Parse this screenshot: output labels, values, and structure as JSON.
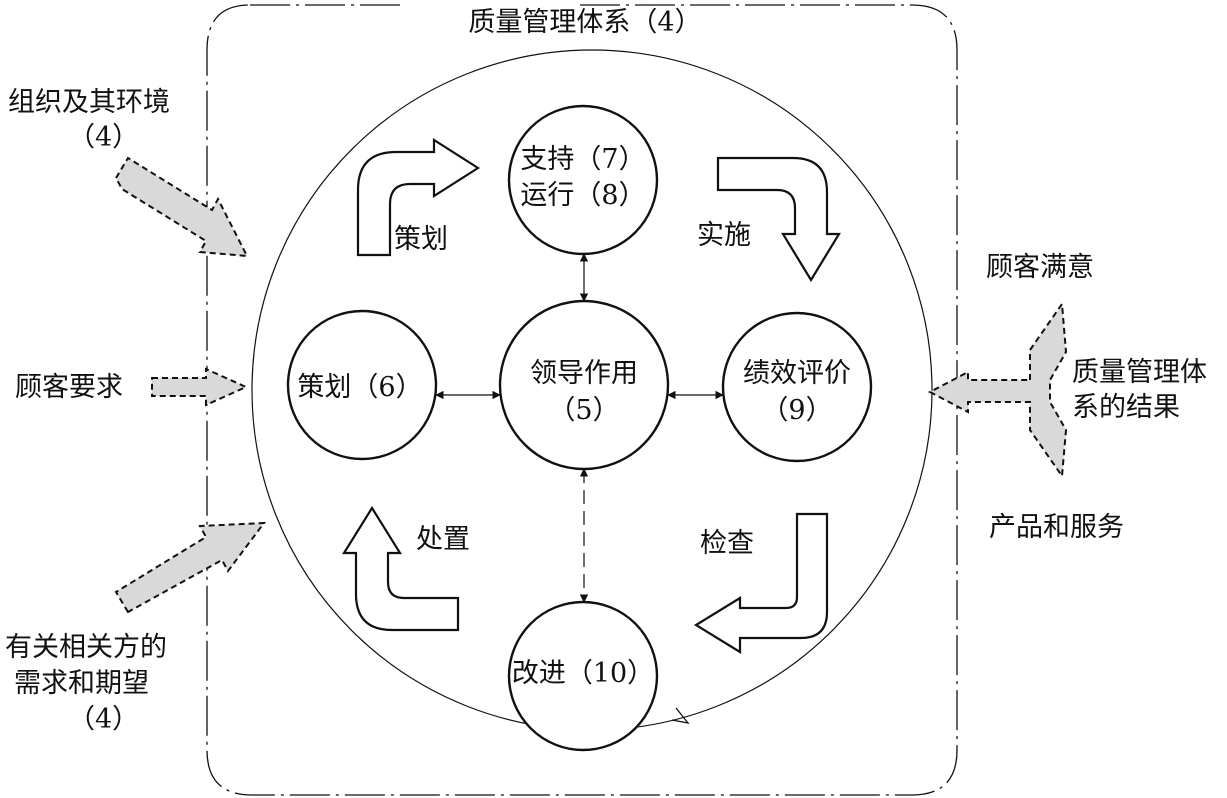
{
  "frame_title": "质量管理体系（4）",
  "inputs": {
    "org_context": [
      "组织及其环境",
      "（4）"
    ],
    "customer_requirements": "顾客要求",
    "stakeholder_needs": [
      "有关相关方的",
      "需求和期望",
      "（4）"
    ]
  },
  "outputs": {
    "customer_satisfaction": "顾客满意",
    "qms_results": [
      "质量管理体",
      "系的结果"
    ],
    "products_services": "产品和服务"
  },
  "nodes": {
    "support": [
      "支持（7）",
      "运行（8）"
    ],
    "planning": "策划（6）",
    "leadership": [
      "领导作用",
      "（5）"
    ],
    "performance": [
      "绩效评价",
      "（9）"
    ],
    "improvement": "改进（10）"
  },
  "cycle_labels": {
    "plan": "策划",
    "do": "实施",
    "check": "检查",
    "act": "处置"
  },
  "colors": {
    "line": "#111111",
    "arrow_fill": "#d9d9d9",
    "background": "#ffffff"
  }
}
